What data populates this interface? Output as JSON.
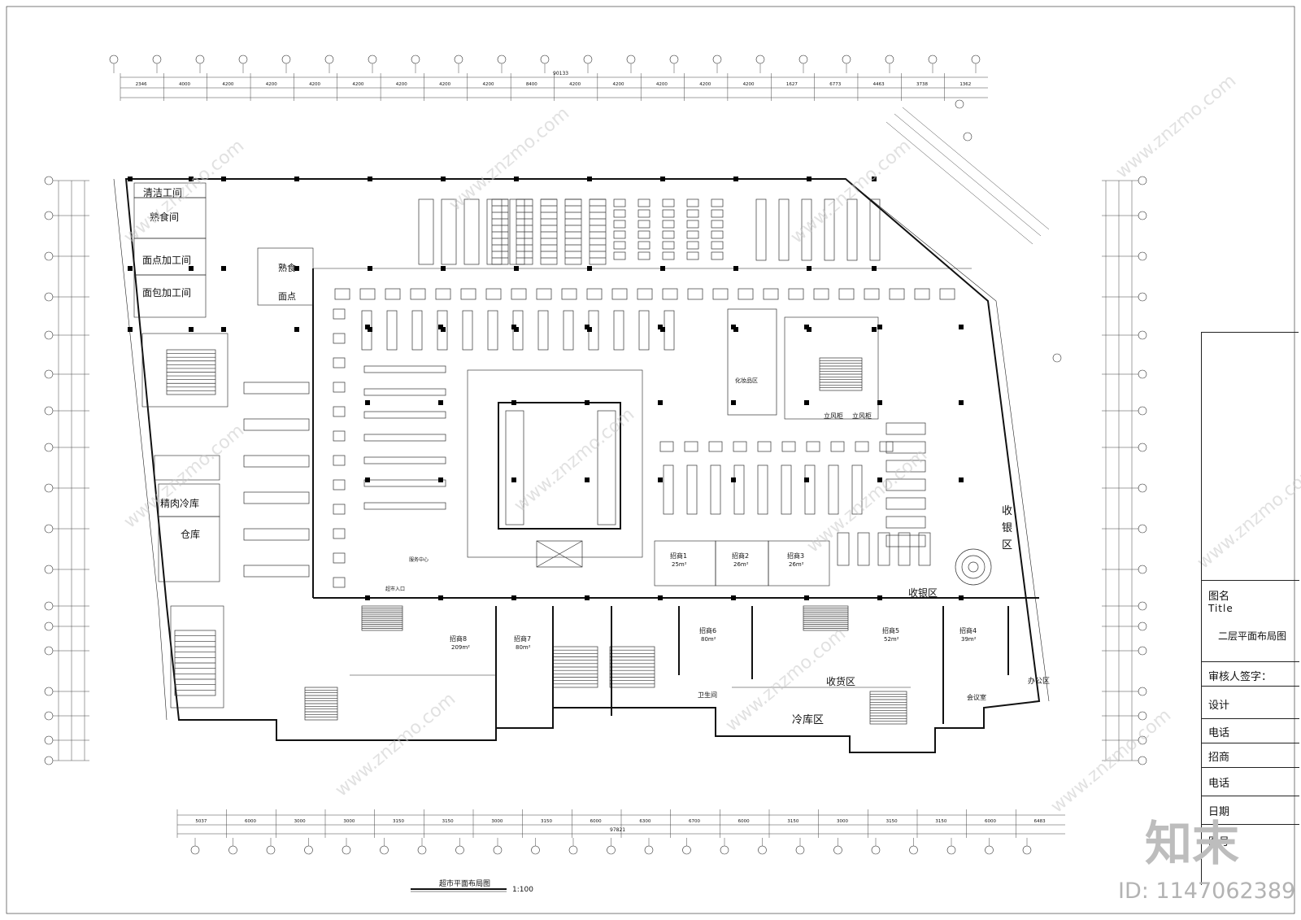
{
  "rooms": {
    "cleaning": "清洁工间",
    "deli_room": "熟食间",
    "pastry_1": "面点加工间",
    "bread": "面包加工间",
    "deli_counter_a": "熟食",
    "deli_counter_b": "面点",
    "meat_cold": "精肉冷库",
    "warehouse": "仓库",
    "cosmetics": "化妆品区",
    "cashier_v": "收银区",
    "cashier_h": "收银区",
    "receiving": "收货区",
    "cold_storage": "冷库区",
    "office": "办公区",
    "meeting": "会议室",
    "toilet": "卫生间",
    "supermarket_entry": "超市入口",
    "service_center": "服务中心",
    "stand_a": "立风柜",
    "stand_b": "立风柜"
  },
  "shops": [
    {
      "name": "招商1",
      "area": "25m²"
    },
    {
      "name": "招商2",
      "area": "26m²"
    },
    {
      "name": "招商3",
      "area": "26m²"
    },
    {
      "name": "招商4",
      "area": "39m²"
    },
    {
      "name": "招商5",
      "area": "52m²"
    },
    {
      "name": "招商6",
      "area": "80m²"
    },
    {
      "name": "招商7",
      "area": "80m²"
    },
    {
      "name": "招商8",
      "area": "209m²"
    }
  ],
  "top_dims": [
    "2346",
    "4000",
    "4200",
    "4200",
    "4200",
    "4200",
    "4200",
    "4200",
    "4200",
    "8400",
    "4200",
    "4200",
    "4200",
    "4200",
    "4200",
    "1627",
    "6773",
    "4463",
    "3738",
    "1362"
  ],
  "top_total": "90133",
  "bottom_dims": [
    "5037",
    "6000",
    "3000",
    "3000",
    "3150",
    "3150",
    "3000",
    "3150",
    "6000",
    "6300",
    "6700",
    "6000",
    "3150",
    "3000",
    "3150",
    "3150",
    "6000",
    "6483"
  ],
  "bottom_total": "97821",
  "drawing": {
    "caption": "超市平面布局图",
    "scale": "1:100"
  },
  "title_block": {
    "name_label": "图名",
    "title_label": "Title",
    "drawing_name": "二层平面布局图",
    "reviewer": "审核人签字：",
    "design": "设计",
    "phone1": "电话",
    "invest": "招商",
    "phone2": "电话",
    "date": "日期",
    "sheet": "图号"
  },
  "watermark": {
    "site": "www.znzmo.com",
    "brand": "知末",
    "id": "ID: 1147062389"
  },
  "colors": {
    "line": "#111111",
    "watermark": "#c9c9c9"
  }
}
